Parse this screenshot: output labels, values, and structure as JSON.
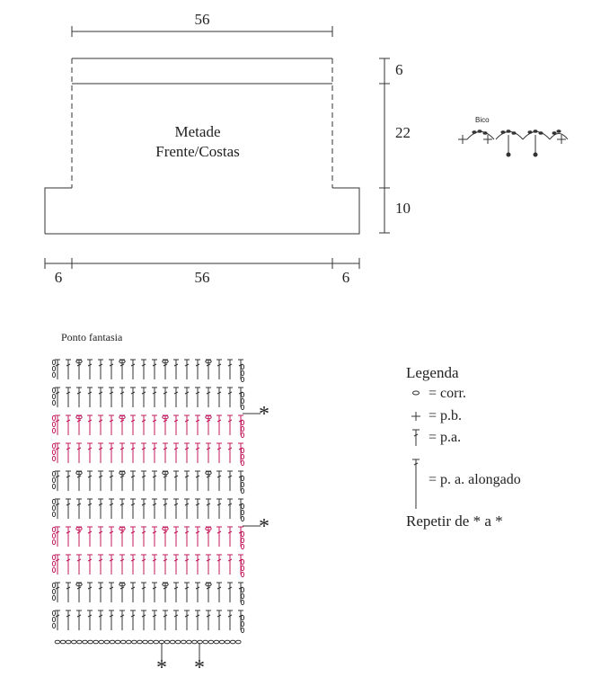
{
  "schematic": {
    "title_line1": "Metade",
    "title_line2": "Frente/Costas",
    "top_width": "56",
    "bottom_left": "6",
    "bottom_middle": "56",
    "bottom_right": "6",
    "height_top": "6",
    "height_mid": "22",
    "height_bottom": "10"
  },
  "bico": {
    "label": "Bico"
  },
  "chart": {
    "title": "Ponto fantasia",
    "repeat_mark": "*",
    "stitch_color": "#333333",
    "accent_color": "#c2185b"
  },
  "legend": {
    "title": "Legenda",
    "corr": "= corr.",
    "pb": "= p.b.",
    "pa": "= p.a.",
    "pa_along": "= p. a. alongado",
    "repeat": "Repetir de * a *"
  }
}
